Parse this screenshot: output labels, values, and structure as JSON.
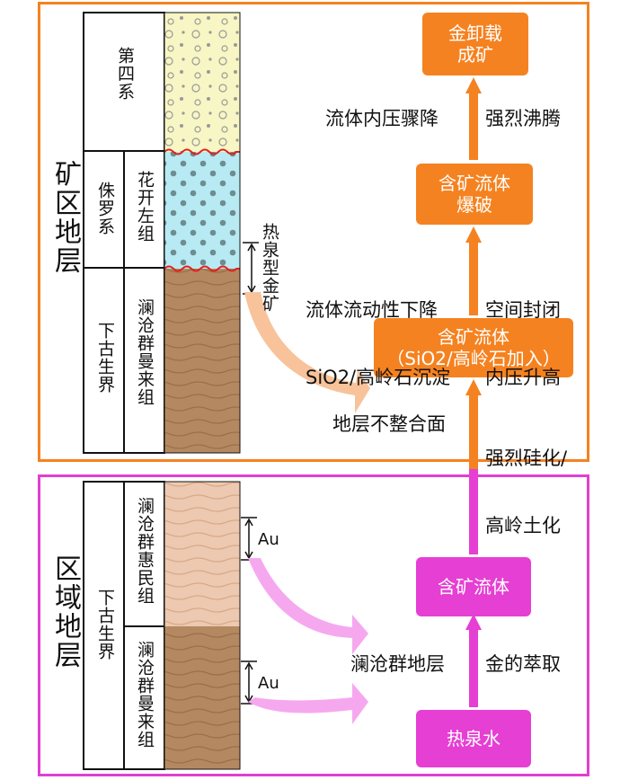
{
  "top_section": {
    "title": "矿区地层",
    "column_left": {
      "quaternary": "第四系",
      "jurassic": "侏罗系",
      "lower_paleozoic": "下古生界"
    },
    "column_right": {
      "huakaizuo": "花开左组",
      "lancang_manlai": "澜沧群曼来组"
    },
    "deposit_label": "热泉型金矿",
    "flow_boxes": {
      "box1": [
        "金卸载",
        "成矿"
      ],
      "box2": [
        "含矿流体",
        "爆破"
      ],
      "box3": [
        "含矿流体",
        "（SiO2/高岭石加入）"
      ]
    },
    "labels": {
      "pressure_drop": "流体内压骤降",
      "boiling": "强烈沸腾",
      "flow_drop": [
        "流体流动性下降",
        "SiO2/高岭石沉淀"
      ],
      "space_closed": [
        "空间封闭",
        "内压升高"
      ],
      "unconformity": "地层不整合面",
      "silicification": [
        "强烈硅化/",
        "高岭土化"
      ]
    }
  },
  "bottom_section": {
    "title": "区域地层",
    "column_left": {
      "lower_paleozoic": "下古生界"
    },
    "column_right": {
      "huimin": "澜沧群惠民组",
      "manlai": "澜沧群曼来组"
    },
    "au_labels": [
      "Au",
      "Au"
    ],
    "flow_boxes": {
      "box1": "含矿流体",
      "box2": "热泉水"
    },
    "labels": {
      "lancang_strata": "澜沧群地层",
      "gold_extraction": "金的萃取"
    }
  },
  "colors": {
    "orange": "#f58220",
    "pink": "#e63fd3",
    "quaternary_fill": "#f7f6c4",
    "huakaizuo_fill": "#b8eaf4",
    "manlai_fill": "#b48961",
    "huimin_fill": "#ecc9b0",
    "arrow_peach": "#f8c39a",
    "arrow_pink": "#f6a8ef"
  }
}
